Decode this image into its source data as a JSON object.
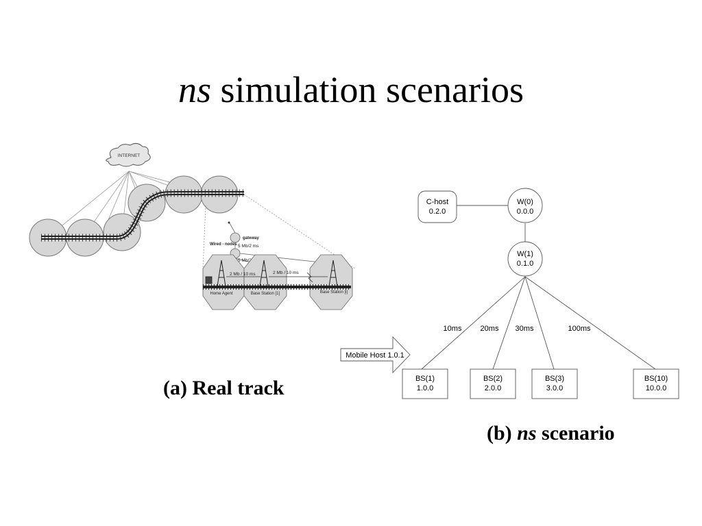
{
  "title": {
    "italic": "ns",
    "rest": " simulation scenarios"
  },
  "caption_a": "(a) Real track",
  "caption_b": {
    "prefix": "(b) ",
    "italic": "ns",
    "rest": " scenario"
  },
  "track": {
    "cloud_label": "INTERNET",
    "gateway_label": "gateway",
    "wired_label": "Wired - nodes",
    "link_5mb_upper": "5 Mb/2 ms",
    "link_5mb_lower": "5 Mb/2 ms",
    "link_2mb_left": "2 Mb / 10 ms",
    "link_2mb_right": "2 Mb / 10 ms",
    "home_agent": "Home Agent",
    "base_station_1": "Base Station [1]",
    "base_station_n": "Base Station [i]"
  },
  "scenario": {
    "chost": {
      "name": "C-host",
      "addr": "0.2.0"
    },
    "w0": {
      "name": "W(0)",
      "addr": "0.0.0"
    },
    "w1": {
      "name": "W(1)",
      "addr": "0.1.0"
    },
    "delays": [
      "10ms",
      "20ms",
      "30ms",
      "100ms"
    ],
    "mobile_host": "Mobile Host 1.0.1",
    "stations": [
      {
        "name": "BS(1)",
        "addr": "1.0.0"
      },
      {
        "name": "BS(2)",
        "addr": "2.0.0"
      },
      {
        "name": "BS(3)",
        "addr": "3.0.0"
      },
      {
        "name": "BS(10)",
        "addr": "10.0.0"
      }
    ]
  }
}
